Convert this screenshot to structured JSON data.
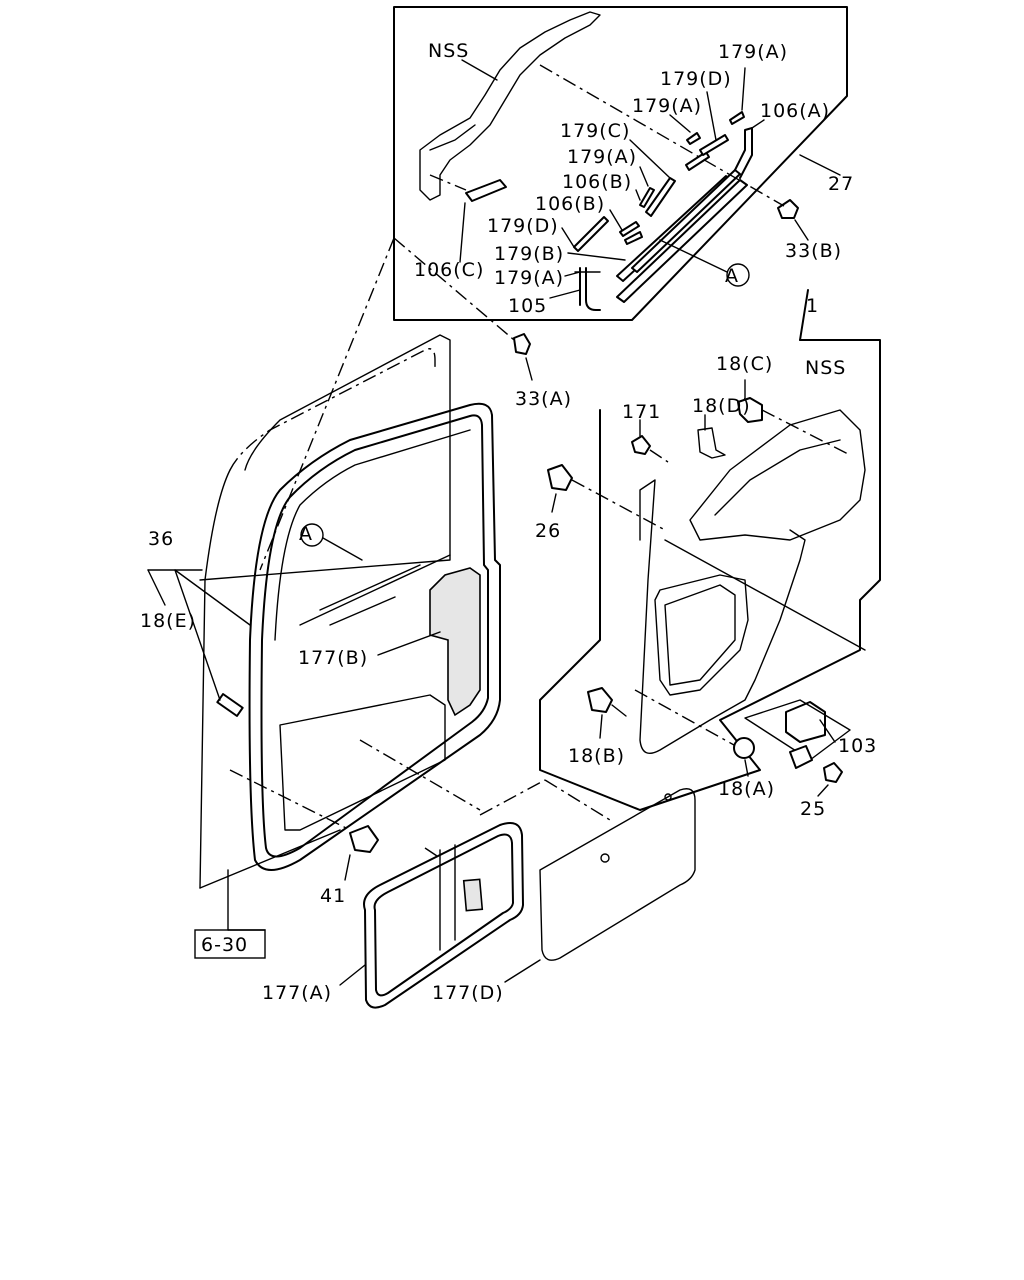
{
  "labels": {
    "nss_top": "NSS",
    "l179a_1": "179(A)",
    "l179d_1": "179(D)",
    "l179a_2": "179(A)",
    "l106a": "106(A)",
    "l179c": "179(C)",
    "l179a_3": "179(A)",
    "l27": "27",
    "l106b_1": "106(B)",
    "l106b_2": "106(B)",
    "l179d_2": "179(D)",
    "l179b": "179(B)",
    "l179a_4": "179(A)",
    "l105": "105",
    "l106c": "106(C)",
    "l33b": "33(B)",
    "circle_a_top": "A",
    "l33a": "33(A)",
    "l1": "1",
    "l18c": "18(C)",
    "nss_right": "NSS",
    "l171": "171",
    "l18d": "18(D)",
    "l26": "26",
    "l36": "36",
    "circle_a_left": "A",
    "l18e": "18(E)",
    "l177b": "177(B)",
    "l18b": "18(B)",
    "l103": "103",
    "l18a": "18(A)",
    "l25": "25",
    "l41": "41",
    "ref_box": "6-30",
    "l177a": "177(A)",
    "l177d": "177(D)"
  }
}
